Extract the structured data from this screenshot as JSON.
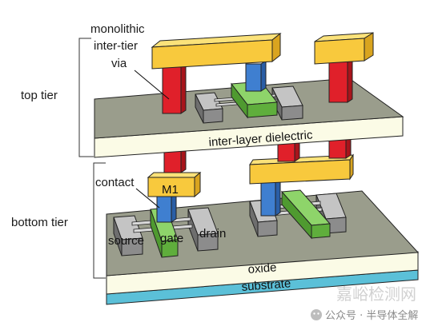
{
  "labels": {
    "monolithic": "monolithic",
    "inter_tier": "inter-tier",
    "via": "via",
    "top_tier": "top tier",
    "bottom_tier": "bottom tier",
    "contact": "contact",
    "m1": "M1",
    "source": "source",
    "gate": "gate",
    "drain": "drain",
    "inter_layer_dielectric": "inter-layer dielectric",
    "oxide": "oxide",
    "substrate": "substrate"
  },
  "watermark": {
    "brand": "嘉峪检测网",
    "channel": "公众号 · 半导体全解"
  },
  "colors": {
    "top_plate": "#9a9d8c",
    "dielectric": "#fbfbe6",
    "via_red": "#e0202a",
    "contact_blue": "#3f7fd0",
    "metal_yellow": "#f8c93d",
    "gate_green": "#6cc24a",
    "device_gray": "#a8a8a8",
    "substrate_cyan": "#5bc0d8"
  }
}
